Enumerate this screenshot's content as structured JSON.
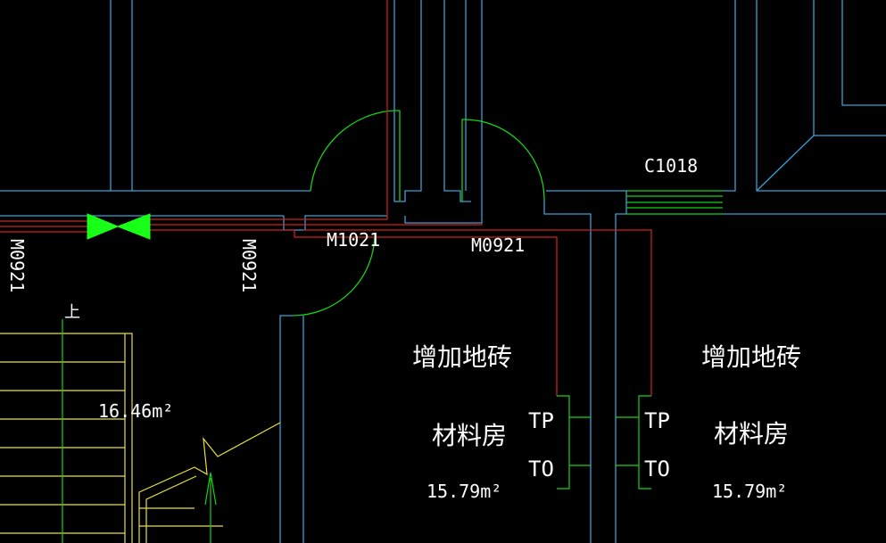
{
  "labels": {
    "window_c1018": "C1018",
    "door_m1021": "M1021",
    "door_m0921_center": "M0921",
    "door_m0921_left_vertical": "M0921",
    "door_m0921_mid_vertical": "M0921",
    "stair_up": "上",
    "area_stair": "16.46m²",
    "room_a_name_line1": "增加地砖",
    "room_a_name_line2": "材料房",
    "room_a_area": "15.79m²",
    "room_b_name_line1": "增加地砖",
    "room_b_name_line2": "材料房",
    "room_b_area": "15.79m²",
    "outlet_a_tp": "TP",
    "outlet_a_to": "TO",
    "outlet_b_tp": "TP",
    "outlet_b_to": "TO"
  },
  "colors": {
    "background": "#000000",
    "wall": "#3aa0d8",
    "cable": "#d42020",
    "door": "#18d018",
    "stair": "#e8e040",
    "outlet": "#18d018",
    "text": "#ffffff",
    "valve": "#18ff18"
  }
}
